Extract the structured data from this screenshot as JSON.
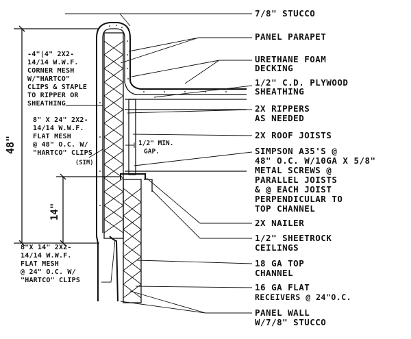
{
  "labels_right": [
    {
      "id": "stucco-top",
      "lines": [
        "7/8\" STUCCO"
      ]
    },
    {
      "id": "panel-parapet",
      "lines": [
        "PANEL PARAPET"
      ]
    },
    {
      "id": "urethane-foam",
      "lines": [
        "URETHANE FOAM",
        "DECKING"
      ]
    },
    {
      "id": "plywood-sheathing",
      "lines": [
        "1/2\" C.D. PLYWOOD",
        "SHEATHING"
      ]
    },
    {
      "id": "rippers",
      "lines": [
        "2X RIPPERS",
        "AS NEEDED"
      ]
    },
    {
      "id": "roof-joists",
      "lines": [
        "2X ROOF JOISTS"
      ]
    },
    {
      "id": "simpson",
      "lines": [
        "SIMPSON A35'S @",
        "48\" O.C. W/10GA X 5/8\"",
        "METAL SCREWS @",
        "PARALLEL JOISTS",
        "& @ EACH JOIST",
        "PERPENDICULAR TO",
        "TOP CHANNEL"
      ]
    },
    {
      "id": "nailer",
      "lines": [
        "2X NAILER"
      ]
    },
    {
      "id": "sheetrock",
      "lines": [
        "1/2\" SHEETROCK",
        "CEILINGS"
      ]
    },
    {
      "id": "top-channel",
      "lines": [
        "18 GA TOP",
        "CHANNEL"
      ]
    },
    {
      "id": "flat-receivers",
      "lines": [
        "16 GA FLAT",
        "RECEIVERS @ 24\"O.C."
      ]
    },
    {
      "id": "panel-wall",
      "lines": [
        "PANEL WALL",
        "W/7/8\" STUCCO"
      ]
    }
  ],
  "labels_left": [
    {
      "id": "corner-mesh",
      "lines": [
        "-4\"|4\" 2X2-",
        "14/14 W.W.F.",
        "CORNER MESH",
        "W/\"HARTCO\"",
        "CLIPS & STAPLE",
        "TO RIPPER OR",
        "SHEATHING"
      ]
    },
    {
      "id": "flat-mesh-48",
      "lines": [
        "8\" X 24\" 2X2-",
        "14/14 W.W.F.",
        "FLAT MESH",
        "@ 48\" O.C. W/",
        "\"HARTCO\" CLIPS",
        "(SIM)"
      ]
    },
    {
      "id": "flat-mesh-24",
      "lines": [
        "8\"X 14\" 2X2-",
        "14/14 W.W.F.",
        "FLAT MESH",
        "@ 24\" O.C. W/",
        "\"HARTCO\" CLIPS"
      ]
    }
  ],
  "annotations": {
    "gap": [
      "1/2\" MIN.",
      "GAP."
    ]
  },
  "dimensions": {
    "overall": "48\"",
    "lower": "14\""
  }
}
